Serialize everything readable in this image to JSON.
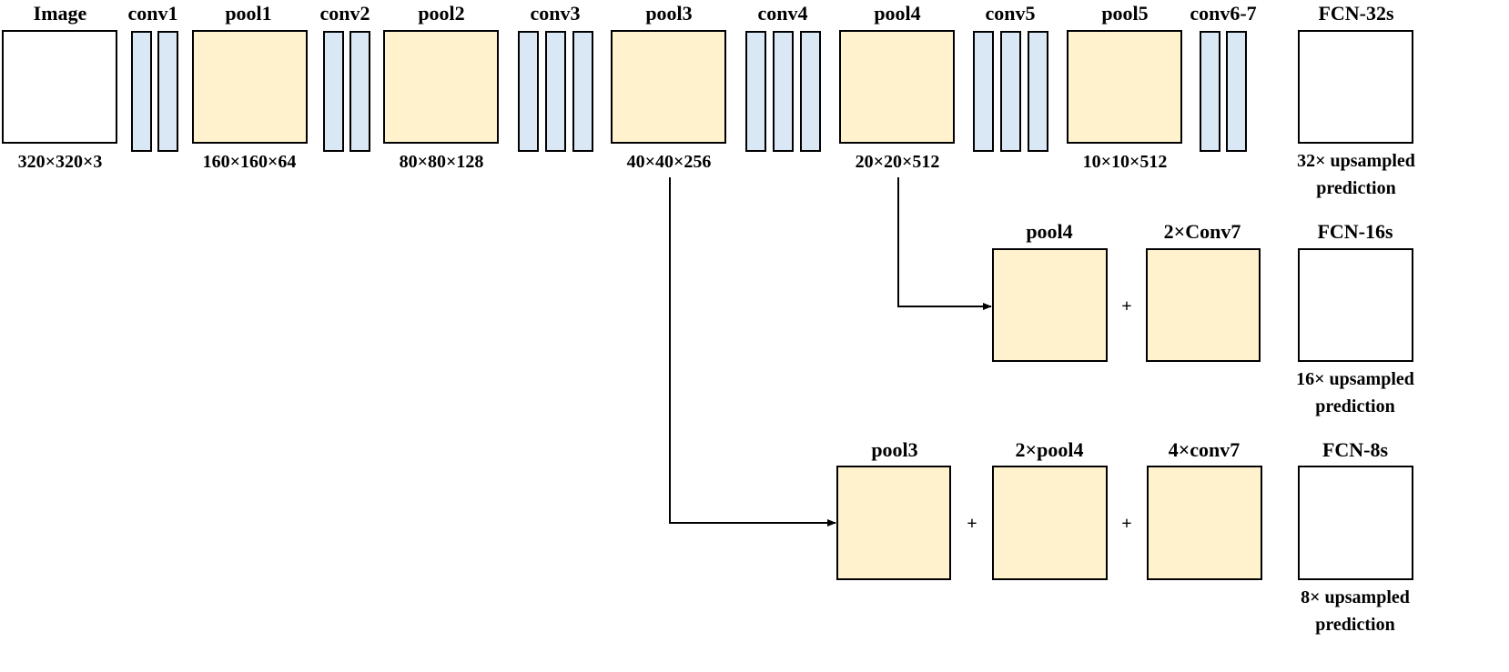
{
  "top_row": {
    "image": {
      "label": "Image",
      "dims": "320×320×3"
    },
    "conv1": {
      "label": "conv1"
    },
    "pool1": {
      "label": "pool1",
      "dims": "160×160×64"
    },
    "conv2": {
      "label": "conv2"
    },
    "pool2": {
      "label": "pool2",
      "dims": "80×80×128"
    },
    "conv3": {
      "label": "conv3"
    },
    "pool3": {
      "label": "pool3",
      "dims": "40×40×256"
    },
    "conv4": {
      "label": "conv4"
    },
    "pool4": {
      "label": "pool4",
      "dims": "20×20×512"
    },
    "conv5": {
      "label": "conv5"
    },
    "pool5": {
      "label": "pool5",
      "dims": "10×10×512"
    },
    "conv67": {
      "label": "conv6-7"
    },
    "fcn32": {
      "label": "FCN-32s",
      "caption_line1": "32× upsampled",
      "caption_line2": "prediction"
    }
  },
  "fcn16_row": {
    "pool4": {
      "label": "pool4"
    },
    "conv7x2": {
      "label": "2×Conv7"
    },
    "plus": "+",
    "fcn16": {
      "label": "FCN-16s",
      "caption_line1": "16× upsampled",
      "caption_line2": "prediction"
    }
  },
  "fcn8_row": {
    "pool3": {
      "label": "pool3"
    },
    "pool4x2": {
      "label": "2×pool4"
    },
    "conv7x4": {
      "label": "4×conv7"
    },
    "plus1": "+",
    "plus2": "+",
    "fcn8": {
      "label": "FCN-8s",
      "caption_line1": "8× upsampled",
      "caption_line2": "prediction"
    }
  },
  "colors": {
    "conv_fill": "#dae8f5",
    "pool_fill": "#fff2cc",
    "output_fill": "#ffffff",
    "stroke": "#000000"
  }
}
